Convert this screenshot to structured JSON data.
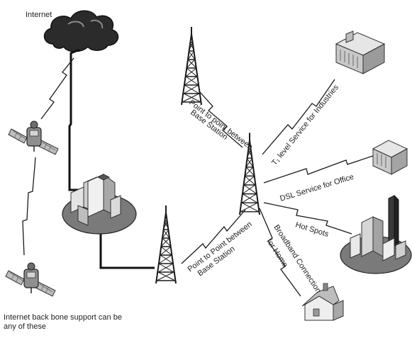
{
  "diagram": {
    "internet_label": "Internet",
    "backbone_note_line1": "Internet back bone support can be",
    "backbone_note_line2": "any of these",
    "links": {
      "p2p_top_line1": "Point to point between",
      "p2p_top_line2": "Base Station",
      "t1": "T₁ level Service for Industries",
      "dsl": "DSL Service for Office",
      "hotspots": "Hot Spots",
      "broadband_line1": "Broadband Connection",
      "broadband_line2": "for Home",
      "p2p_bottom_line1": "Point to Point between",
      "p2p_bottom_line2": "Base Station"
    },
    "colors": {
      "line": "#1a1a1a",
      "cloud": "#2b2b2b",
      "grey_dark": "#555555",
      "grey_mid": "#9a9a9a",
      "grey_light": "#d6d6d6"
    }
  }
}
